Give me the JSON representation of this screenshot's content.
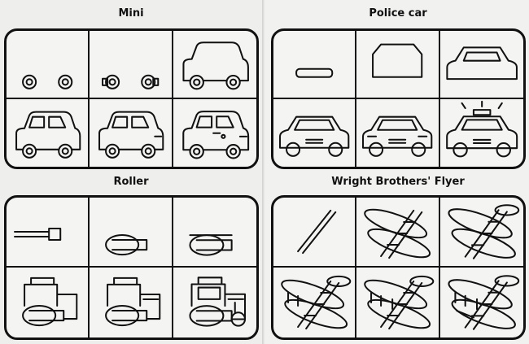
{
  "panels": [
    {
      "title": "Mini",
      "subject": "mini"
    },
    {
      "title": "Police car",
      "subject": "police"
    },
    {
      "title": "Roller",
      "subject": "roller"
    },
    {
      "title": "Wright Brothers' Flyer",
      "subject": "flyer"
    }
  ]
}
